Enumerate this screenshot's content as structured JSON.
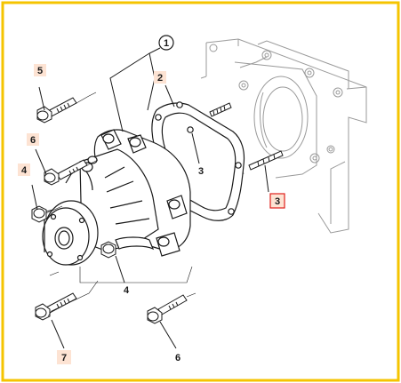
{
  "diagram": {
    "frame_color": "#f5c400",
    "callouts": [
      {
        "id": "c1",
        "label": "1",
        "style": "circle"
      },
      {
        "id": "c2",
        "label": "2",
        "style": "box"
      },
      {
        "id": "c3a",
        "label": "3",
        "style": "plain"
      },
      {
        "id": "c3b",
        "label": "3",
        "style": "red-box"
      },
      {
        "id": "c4a",
        "label": "4",
        "style": "box"
      },
      {
        "id": "c4b",
        "label": "4",
        "style": "plain"
      },
      {
        "id": "c5",
        "label": "5",
        "style": "box"
      },
      {
        "id": "c6a",
        "label": "6",
        "style": "box"
      },
      {
        "id": "c6b",
        "label": "6",
        "style": "plain"
      },
      {
        "id": "c7",
        "label": "7",
        "style": "box"
      }
    ],
    "colors": {
      "label_box_fill": "#fde3d3",
      "highlight_box_stroke": "#e0201a",
      "line": "#1a1a1a",
      "ghost_line": "#9a9a9a"
    }
  }
}
